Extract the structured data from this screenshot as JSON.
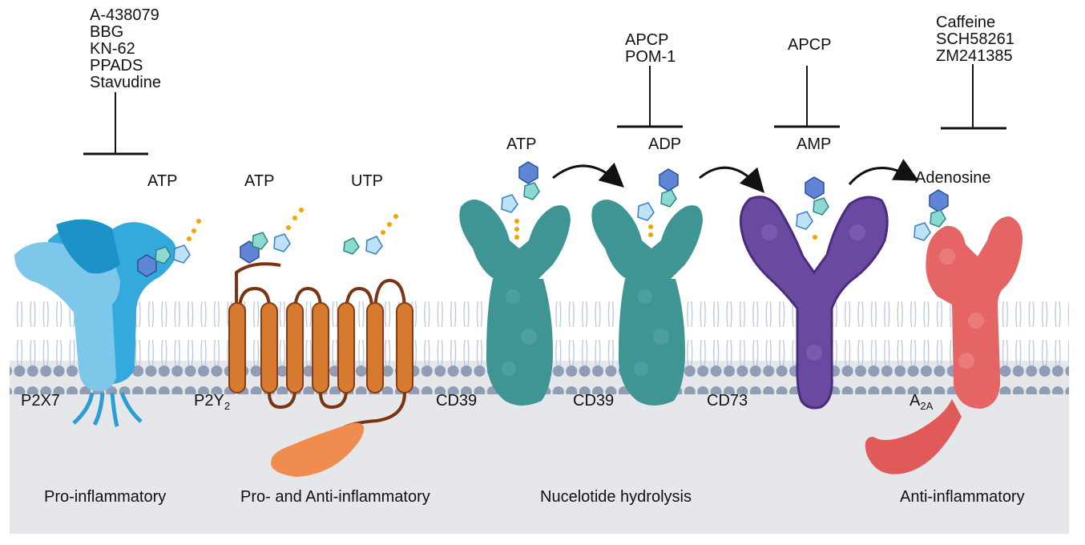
{
  "inhibitors": {
    "p2x7": [
      "A-438079",
      "BBG",
      "KN-62",
      "PPADS",
      "Stavudine"
    ],
    "cd39_adp": [
      "APCP",
      "POM-1"
    ],
    "cd73": [
      "APCP"
    ],
    "a2a": [
      "Caffeine",
      "SCH58261",
      "ZM241385"
    ]
  },
  "ligands": {
    "atp_p2x7": "ATP",
    "atp_p2y2": "ATP",
    "utp_p2y2": "UTP",
    "atp_cd39": "ATP",
    "adp": "ADP",
    "amp": "AMP",
    "adenosine": "Adenosine"
  },
  "receptors": {
    "p2x7": "P2X7",
    "p2y2_main": "P2Y",
    "p2y2_sub": "2",
    "cd39_a": "CD39",
    "cd39_b": "CD39",
    "cd73": "CD73",
    "a2a_main": "A",
    "a2a_sub": "2A"
  },
  "captions": {
    "p2x7": "Pro-inflammatory",
    "p2y2": "Pro- and Anti-inflammatory",
    "cd39": "Nucelotide hydrolysis",
    "a2a": "Anti-inflammatory"
  },
  "colors": {
    "membrane_head": "#8f9db5",
    "membrane_tail": "#b7c6de",
    "cytoplasm": "#e6e7ea",
    "p2x7": "#33a9dc",
    "p2y2": "#d57a2e",
    "cd39": "#3e9593",
    "cd73": "#6a4aa0",
    "a2a": "#e56565"
  }
}
